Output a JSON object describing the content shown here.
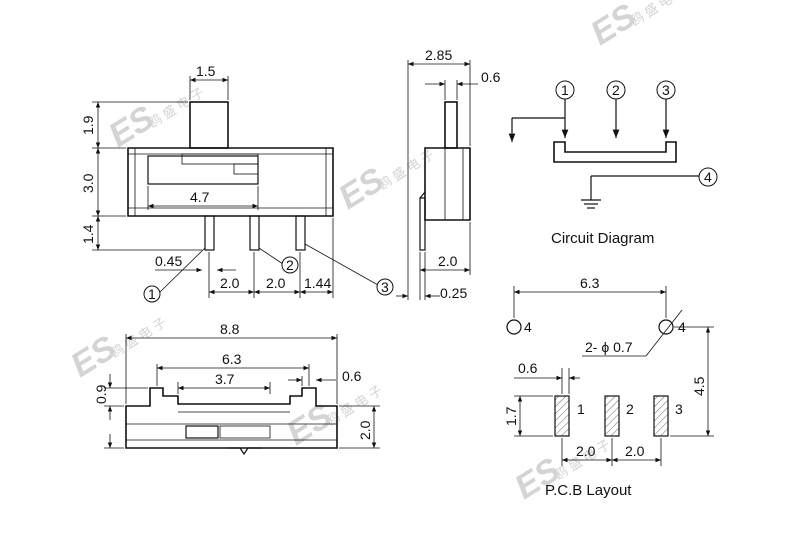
{
  "watermark": {
    "logo_text": "ES",
    "cn_text": "鸥 盛 电 子"
  },
  "front_view": {
    "dims": {
      "actuator_width": "1.5",
      "actuator_height": "1.9",
      "body_height": "3.0",
      "pin_height": "1.4",
      "slot_width": "4.7",
      "pin_width": "0.45",
      "pitch_1": "2.0",
      "pitch_2": "2.0",
      "edge_offset": "1.44"
    },
    "callouts": [
      "1",
      "2",
      "3"
    ]
  },
  "side_view": {
    "dims": {
      "depth": "2.85",
      "actuator_thickness": "0.6",
      "pin_offset": "2.0",
      "pin_thickness": "0.25"
    }
  },
  "bottom_view": {
    "dims": {
      "length": "8.8",
      "inner_length": "6.3",
      "slot_length": "3.7",
      "tab_width": "0.6",
      "step_height": "0.9",
      "total_height": "2.0"
    }
  },
  "circuit_diagram": {
    "caption": "Circuit Diagram",
    "terminals": [
      "1",
      "2",
      "3",
      "4"
    ]
  },
  "pcb_layout": {
    "caption": "P.C.B Layout",
    "dims": {
      "hole_spacing": "6.3",
      "pad_width": "0.6",
      "pad_height": "1.7",
      "pitch_1": "2.0",
      "pitch_2": "2.0",
      "row_offset": "4.5",
      "hole_label": "2- ϕ 0.7"
    },
    "hole_labels": [
      "4",
      "4"
    ],
    "pad_labels": [
      "1",
      "2",
      "3"
    ]
  }
}
